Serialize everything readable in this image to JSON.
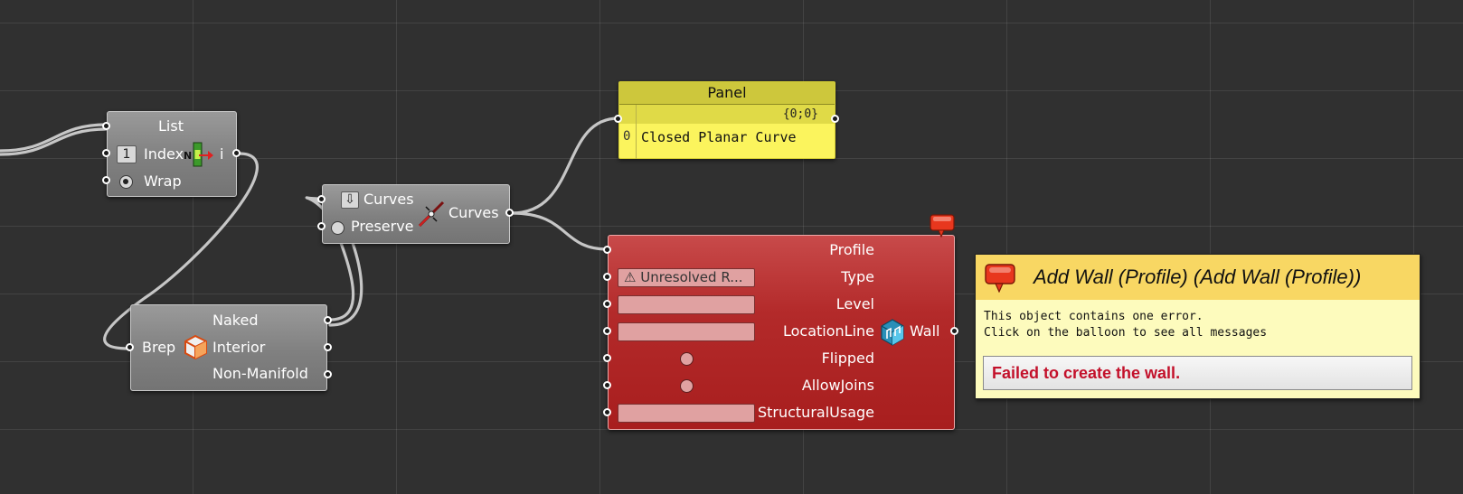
{
  "colors": {
    "canvas": "#303030",
    "component": "#8c8c8c",
    "error_component": "#b32a2a",
    "panel": "#fbf45d",
    "tooltip": "#fdfbbd",
    "error_text": "#c3102a"
  },
  "list_component": {
    "title": "List",
    "index_value": "1",
    "index_label": "Index",
    "wrap_label": "Wrap",
    "output_label": "i",
    "icon": "list-item-icon"
  },
  "brep_component": {
    "input_label": "Brep",
    "outputs": [
      "Naked",
      "Interior",
      "Non-Manifold"
    ],
    "icon": "brep-edges-icon"
  },
  "curves_component": {
    "input_curves": "Curves",
    "input_preserve": "Preserve",
    "output": "Curves",
    "icon": "join-curves-icon"
  },
  "panel": {
    "title": "Panel",
    "path": "{0;0}",
    "index": "0",
    "value": "Closed Planar Curve"
  },
  "add_wall": {
    "params": [
      "Profile",
      "Type",
      "Level",
      "LocationLine",
      "Flipped",
      "AllowJoins",
      "StructuralUsage"
    ],
    "type_value": "⚠ Unresolved R...",
    "output": "Wall",
    "icon": "revit-wall-icon"
  },
  "tooltip": {
    "title": "Add Wall (Profile) (Add Wall (Profile))",
    "body": "This object contains one error.\nClick on the balloon to see all messages",
    "error": "Failed to create the wall."
  }
}
